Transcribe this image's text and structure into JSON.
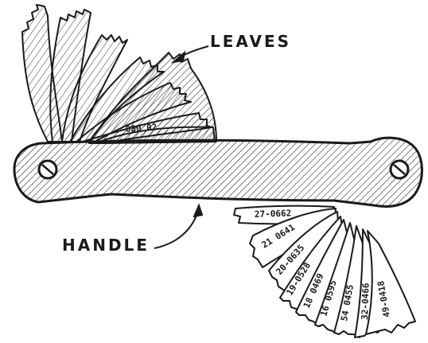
{
  "labels": {
    "leaves": "LEAVES",
    "handle": "HANDLE"
  },
  "leaf_markings": {
    "top": "080 02",
    "bottom": [
      "27-0662",
      "21 0641",
      "20-0635",
      "19-0528",
      "18 0469",
      "16 0595",
      "54 0455",
      "32-0466",
      "49-0418"
    ]
  },
  "colors": {
    "ink": "#1a1a1a",
    "paper": "#ffffff"
  }
}
